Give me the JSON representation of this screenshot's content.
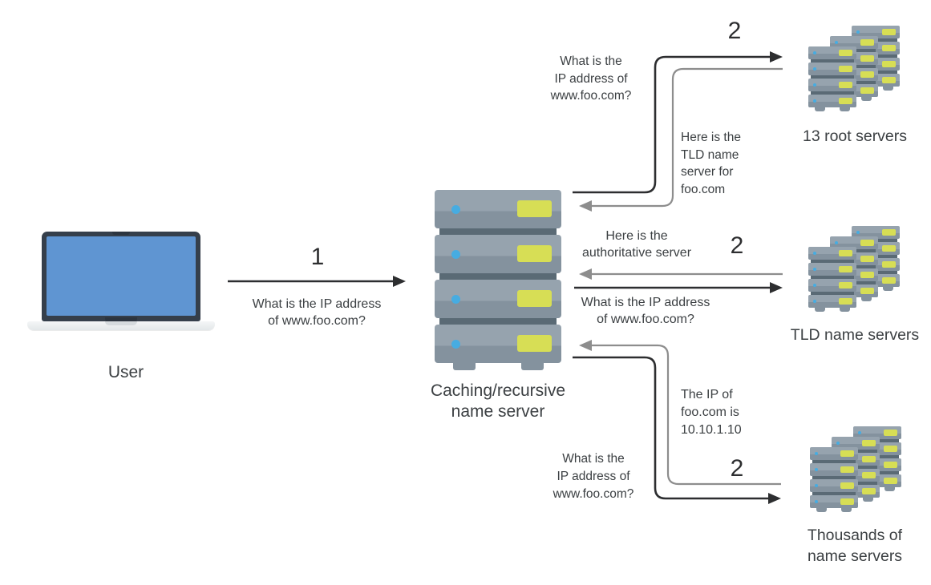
{
  "diagram_type": "dns-resolution-flow",
  "nodes": {
    "user": {
      "label": "User"
    },
    "caching_server": {
      "label_lines": [
        "Caching/recursive",
        "name server"
      ]
    },
    "root_servers": {
      "label": "13 root servers"
    },
    "tld_servers": {
      "label": "TLD name servers"
    },
    "thousands_servers": {
      "label_lines": [
        "Thousands of",
        "name servers"
      ]
    }
  },
  "steps": {
    "step1": "1",
    "step2_root": "2",
    "step2_tld": "2",
    "step2_thousands": "2"
  },
  "messages": {
    "user_query": [
      "What is the IP address",
      "of www.foo.com?"
    ],
    "root_query": [
      "What is the",
      "IP address of",
      "www.foo.com?"
    ],
    "root_response": [
      "Here is the",
      "TLD name",
      "server for",
      "foo.com"
    ],
    "tld_response": [
      "Here is the",
      "authoritative server"
    ],
    "tld_query": [
      "What is the IP address",
      "of www.foo.com?"
    ],
    "thousands_response": [
      "The IP of",
      "foo.com is",
      "10.10.1.10"
    ],
    "thousands_query": [
      "What is the",
      "IP address of",
      "www.foo.com?"
    ]
  },
  "colors": {
    "query_arrow": "#2d2e30",
    "response_arrow": "#8d8d8d",
    "server_body_light": "#96a3ae",
    "server_body_dark": "#84929e",
    "server_connector": "#5a6a75",
    "server_led_blue": "#47ace1",
    "server_panel_yellow": "#d7de55",
    "laptop_bezel": "#353f4b",
    "laptop_screen_blue": "#5f95d2",
    "laptop_base": "#eef0f1",
    "text": "#3c4043"
  }
}
